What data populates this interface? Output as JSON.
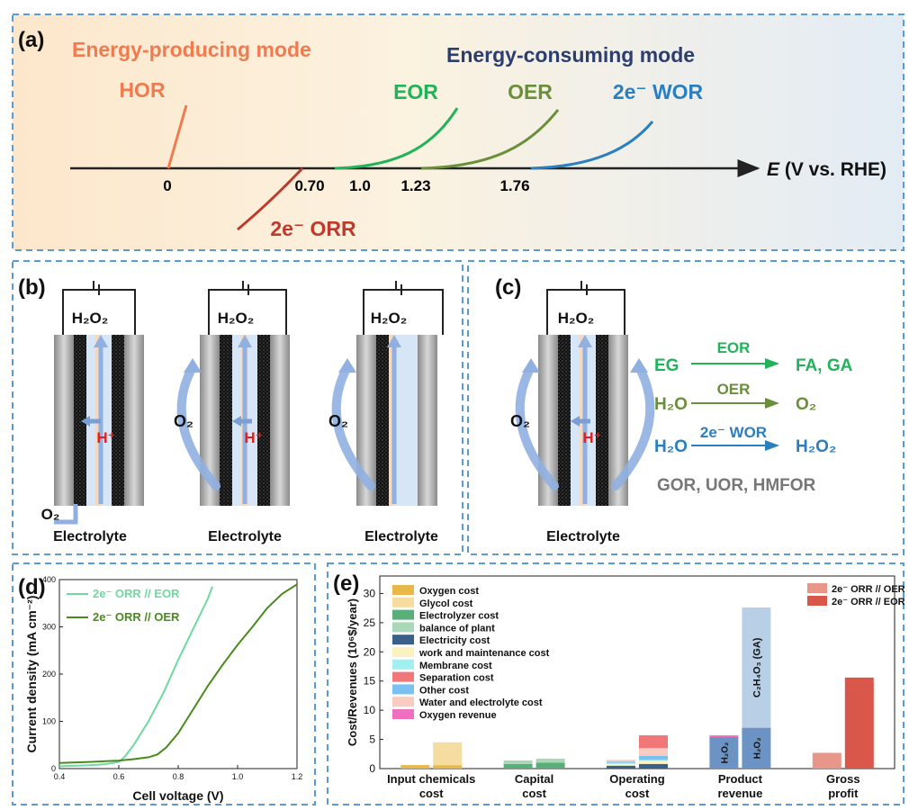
{
  "panel_a": {
    "label": "(a)",
    "producing_title": "Energy-producing mode",
    "consuming_title": "Energy-consuming mode",
    "axis_label_e": "E",
    "axis_label_rest": " (V vs. RHE)",
    "ticks": [
      "0",
      "0.70",
      "1.0",
      "1.23",
      "1.76"
    ],
    "reactions": {
      "hor": "HOR",
      "eor": "EOR",
      "oer": "OER",
      "wor": "2e⁻ WOR",
      "orr": "2e⁻ ORR"
    },
    "colors": {
      "hor": "#f07b4f",
      "orr": "#c0392b",
      "eor": "#22b35a",
      "oer": "#6a8f3a",
      "wor": "#2a7fc0",
      "consuming_title": "#2c3e6e",
      "producing_title": "#f07b4f"
    }
  },
  "panel_b": {
    "label": "(b)",
    "cells": [
      {
        "product": "H₂O₂",
        "ion": "H⁺",
        "bottom": "Electrolyte",
        "gas": "O₂"
      },
      {
        "product": "H₂O₂",
        "ion": "H⁺",
        "bottom": "Electrolyte",
        "gas": "O₂"
      },
      {
        "product": "H₂O₂",
        "bottom": "Electrolyte",
        "gas": "O₂"
      }
    ]
  },
  "panel_c": {
    "label": "(c)",
    "cell": {
      "product": "H₂O₂",
      "ion": "H⁺",
      "bottom": "Electrolyte",
      "gas": "O₂"
    },
    "reactions": [
      {
        "reactant": "EG",
        "name": "EOR",
        "product": "FA, GA",
        "color": "#22b35a"
      },
      {
        "reactant": "H₂O",
        "name": "OER",
        "product": "O₂",
        "color": "#6a8f3a"
      },
      {
        "reactant": "H₂O",
        "name": "2e⁻ WOR",
        "product": "H₂O₂",
        "color": "#2a7fc0"
      }
    ],
    "others": "GOR, UOR, HMFOR"
  },
  "panel_d": {
    "label": "(d)",
    "chart_data": {
      "type": "line",
      "xlabel": "Cell voltage (V)",
      "ylabel": "Current density (mA cm⁻²)",
      "xlim": [
        0.4,
        1.2
      ],
      "ylim": [
        0,
        400
      ],
      "xticks": [
        "0.4",
        "0.6",
        "0.8",
        "1.0",
        "1.2"
      ],
      "yticks": [
        "0",
        "100",
        "200",
        "300",
        "400"
      ],
      "legend": "top-left",
      "series": [
        {
          "name": "2e⁻ ORR // EOR",
          "color": "#6ed9a0",
          "x": [
            0.4,
            0.5,
            0.55,
            0.6,
            0.62,
            0.65,
            0.7,
            0.75,
            0.8,
            0.85,
            0.9,
            0.915
          ],
          "y": [
            5,
            7,
            9,
            14,
            25,
            50,
            100,
            160,
            230,
            295,
            360,
            385
          ]
        },
        {
          "name": "2e⁻ ORR // OER",
          "color": "#4a8a1c",
          "x": [
            0.4,
            0.5,
            0.6,
            0.65,
            0.7,
            0.73,
            0.76,
            0.8,
            0.85,
            0.9,
            0.95,
            1.0,
            1.05,
            1.1,
            1.15,
            1.2
          ],
          "y": [
            12,
            14,
            17,
            20,
            24,
            30,
            45,
            75,
            125,
            175,
            220,
            262,
            300,
            340,
            370,
            390
          ]
        }
      ]
    }
  },
  "panel_e": {
    "label": "(e)",
    "chart_data": {
      "type": "bar",
      "ylabel": "Cost/Revenues (10⁶$/year)",
      "ylim": [
        0,
        33
      ],
      "yticks": [
        "0",
        "5",
        "10",
        "15",
        "20",
        "25",
        "30"
      ],
      "categories": [
        "Input chemicals cost",
        "Capital cost",
        "Operating cost",
        "Product revenue",
        "Gross profit"
      ],
      "category_lines": [
        [
          "Input chemicals",
          "cost"
        ],
        [
          "Capital",
          "cost"
        ],
        [
          "Operating",
          "cost"
        ],
        [
          "Product",
          "revenue"
        ],
        [
          "Gross",
          "profit"
        ]
      ],
      "series_names": [
        "2e⁻ ORR // OER",
        "2e⁻ ORR // EOR"
      ],
      "components": [
        {
          "name": "Oxygen cost",
          "color": "#e8b84a"
        },
        {
          "name": "Glycol cost",
          "color": "#f5dca0"
        },
        {
          "name": "Electrolyzer cost",
          "color": "#5aae7a"
        },
        {
          "name": "balance of plant",
          "color": "#a8d8b8"
        },
        {
          "name": "Electricity cost",
          "color": "#3a5f8a"
        },
        {
          "name": "work and maintenance cost",
          "color": "#fbf2c0"
        },
        {
          "name": "Membrane cost",
          "color": "#a0f0f0"
        },
        {
          "name": "Separation cost",
          "color": "#f07878"
        },
        {
          "name": "Other cost",
          "color": "#7ac0f0"
        },
        {
          "name": "Water and electrolyte cost",
          "color": "#f8ccc0"
        },
        {
          "name": "Oxygen revenue",
          "color": "#f070c0"
        }
      ],
      "profit_colors": [
        "#e8958a",
        "#d9574a"
      ],
      "stacks": [
        {
          "category": 0,
          "series": 0,
          "segments": [
            {
              "c": 0,
              "v": 0.6
            }
          ]
        },
        {
          "category": 0,
          "series": 1,
          "segments": [
            {
              "c": 0,
              "v": 0.6
            },
            {
              "c": 1,
              "v": 3.9
            }
          ]
        },
        {
          "category": 1,
          "series": 0,
          "segments": [
            {
              "c": 2,
              "v": 0.8
            },
            {
              "c": 3,
              "v": 0.6
            }
          ]
        },
        {
          "category": 1,
          "series": 1,
          "segments": [
            {
              "c": 2,
              "v": 1.0
            },
            {
              "c": 3,
              "v": 0.7
            }
          ]
        },
        {
          "category": 2,
          "series": 0,
          "segments": [
            {
              "c": 4,
              "v": 0.5
            },
            {
              "c": 5,
              "v": 0.3
            },
            {
              "c": 6,
              "v": 0.2
            },
            {
              "c": 8,
              "v": 0.2
            },
            {
              "c": 9,
              "v": 0.3
            }
          ]
        },
        {
          "category": 2,
          "series": 1,
          "segments": [
            {
              "c": 4,
              "v": 0.8
            },
            {
              "c": 5,
              "v": 0.5
            },
            {
              "c": 6,
              "v": 0.2
            },
            {
              "c": 8,
              "v": 0.7
            },
            {
              "c": 9,
              "v": 1.3
            },
            {
              "c": 7,
              "v": 2.2
            }
          ]
        },
        {
          "category": 3,
          "series": 0,
          "segments": [
            {
              "c": -1,
              "v": 5.4,
              "color": "#6b93c4"
            },
            {
              "c": 10,
              "v": 0.3
            }
          ],
          "label": "H₂O₂"
        },
        {
          "category": 3,
          "series": 1,
          "segments": [
            {
              "c": -1,
              "v": 7.0,
              "color": "#6b93c4"
            },
            {
              "c": -1,
              "v": 20.6,
              "color": "#b8cfe6"
            }
          ],
          "label": "H₂O₂",
          "label_top": "C₂H₄O₃ (GA)"
        },
        {
          "category": 4,
          "series": 0,
          "segments": [
            {
              "c": -2,
              "v": 2.7
            }
          ]
        },
        {
          "category": 4,
          "series": 1,
          "segments": [
            {
              "c": -3,
              "v": 15.6
            }
          ]
        }
      ]
    }
  }
}
